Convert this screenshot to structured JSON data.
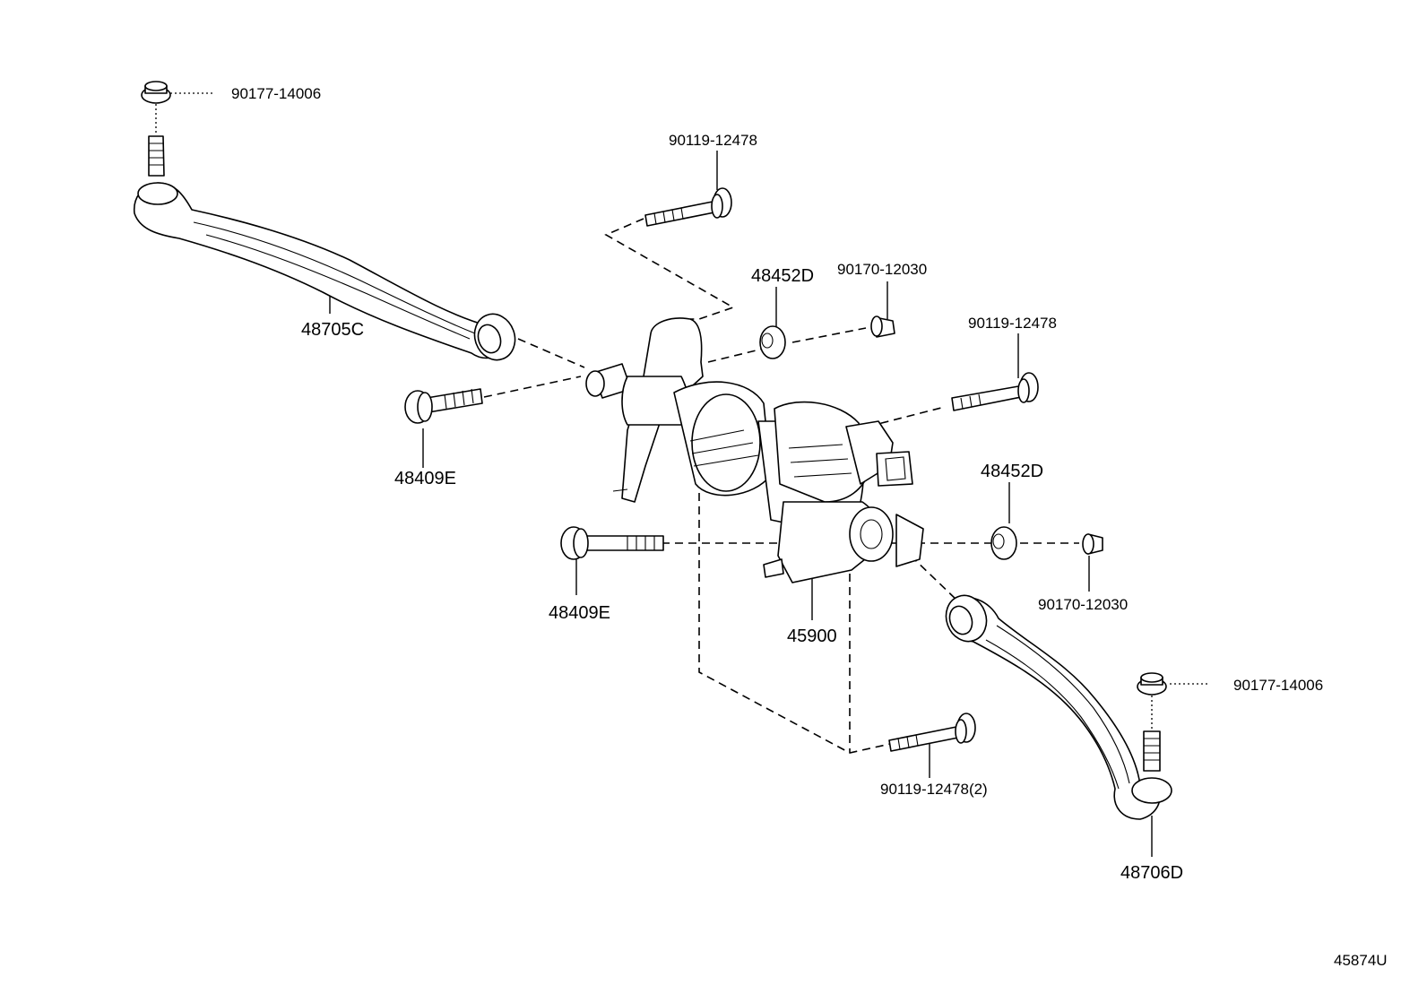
{
  "diagram_id": "45874U",
  "callouts": {
    "nut_top_left": "90177-14006",
    "bolt_top": "90119-12478",
    "tie_rod_left": "48705C",
    "bushing_top": "48452D",
    "nut_top_right": "90170-12030",
    "bolt_right": "90119-12478",
    "bolt_left_upper": "48409E",
    "bushing_right": "48452D",
    "bolt_left_lower": "48409E",
    "nut_lower_right": "90170-12030",
    "gear_assembly": "45900",
    "nut_bottom_right": "90177-14006",
    "bolt_bottom": "90119-12478(2)",
    "tie_rod_right": "48706D"
  }
}
